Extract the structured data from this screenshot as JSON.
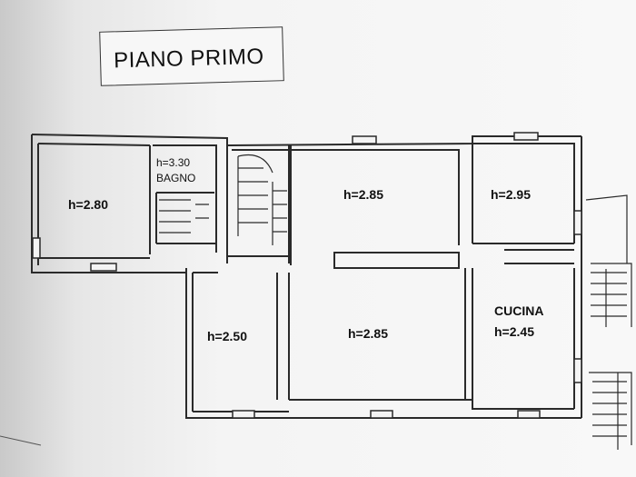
{
  "title": "PIANO PRIMO",
  "rooms": [
    {
      "id": "room-nw",
      "label": "h=2.80"
    },
    {
      "id": "bagno",
      "height": "h=3.30",
      "name": "BAGNO"
    },
    {
      "id": "room-north-center",
      "label": "h=2.85"
    },
    {
      "id": "room-ne",
      "label": "h=2.95"
    },
    {
      "id": "room-sw",
      "label": "h=2.50"
    },
    {
      "id": "room-south-center",
      "label": "h=2.85"
    },
    {
      "id": "cucina",
      "name": "CUCINA",
      "height": "h=2.45"
    }
  ],
  "colors": {
    "wall": "#2a2a2a",
    "paper": "#f2f2f2",
    "ink": "#111111"
  }
}
